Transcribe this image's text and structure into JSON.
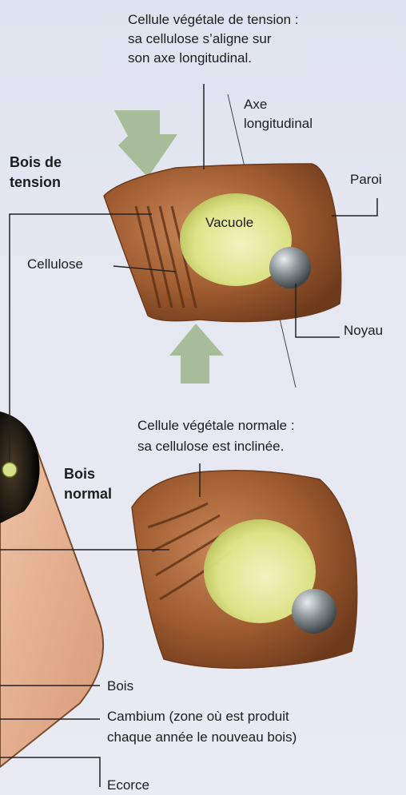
{
  "captions": {
    "tension_cell_line1": "Cellule végétale de tension :",
    "tension_cell_line2": "sa cellulose s’aligne sur",
    "tension_cell_line3": "son axe longitudinal.",
    "normal_cell_line1": "Cellule végétale normale :",
    "normal_cell_line2": "sa cellulose est inclinée."
  },
  "labels": {
    "axe_line1": "Axe",
    "axe_line2": "longitudinal",
    "bois_tension_line1": "Bois de",
    "bois_tension_line2": "tension",
    "paroi": "Paroi",
    "vacuole": "Vacuole",
    "cellulose": "Cellulose",
    "noyau": "Noyau",
    "bois_normal_line1": "Bois",
    "bois_normal_line2": "normal",
    "bois": "Bois",
    "cambium_line1": "Cambium (zone où est produit",
    "cambium_line2": "chaque année le nouveau bois)",
    "ecorce": "Ecorce"
  },
  "colors": {
    "cell_brown": "#9c5a2e",
    "vacuole_green": "#e4ef9a",
    "arrow_green": "#9fb892",
    "nucleus_gray": "#8c9498"
  }
}
